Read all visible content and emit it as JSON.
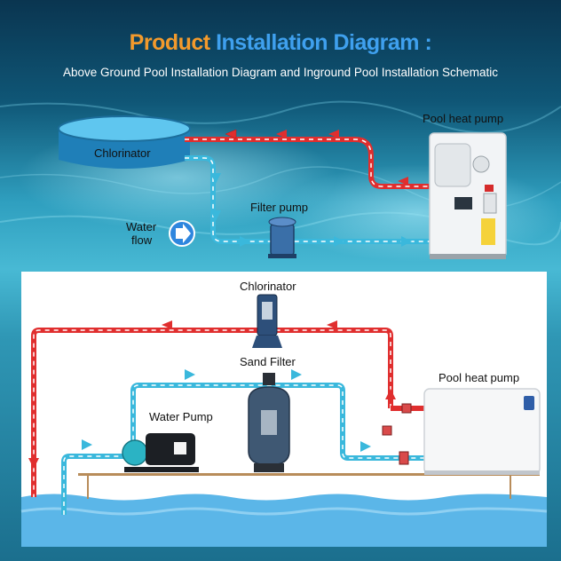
{
  "header": {
    "title_word1": "Product",
    "title_word2": "Installation Diagram",
    "title_colon": ":",
    "subtitle": "Above Ground Pool Installation Diagram and Inground Pool Installation Schematic"
  },
  "top_diagram": {
    "chlorinator_label": "Chlorinator",
    "heat_pump_label": "Pool heat pump",
    "filter_pump_label": "Filter pump",
    "water_flow_label_1": "Water",
    "water_flow_label_2": "flow"
  },
  "bottom_diagram": {
    "chlorinator_label": "Chlorinator",
    "sand_filter_label": "Sand Filter",
    "water_pump_label": "Water Pump",
    "heat_pump_label": "Pool heat pump"
  },
  "colors": {
    "hot_pipe": "#e02e2e",
    "cold_pipe": "#3ab8dc",
    "title_orange": "#f39a2c",
    "title_blue": "#3fa0ee"
  }
}
